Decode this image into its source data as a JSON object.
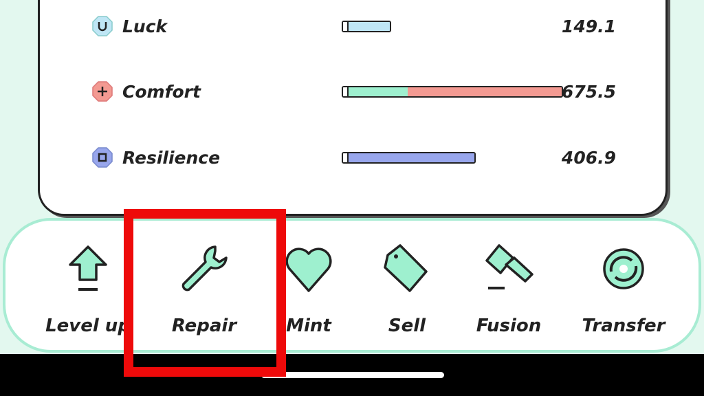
{
  "stats": [
    {
      "label": "Luck",
      "value": "149.1",
      "icon": "luck-horseshoe-icon",
      "color": "#bfe6f5",
      "fill": 0.21
    },
    {
      "label": "Comfort",
      "value": "675.5",
      "icon": "comfort-plus-icon",
      "color": "#f39a92",
      "base_color": "#9ef0cf",
      "base_fill": 0.29,
      "fill": 1.0
    },
    {
      "label": "Resilience",
      "value": "406.9",
      "icon": "resilience-square-icon",
      "color": "#98a6ec",
      "fill": 0.6
    }
  ],
  "actions": [
    {
      "label": "Level up",
      "icon": "arrow-up-icon"
    },
    {
      "label": "Repair",
      "icon": "wrench-icon"
    },
    {
      "label": "Mint",
      "icon": "heart-icon"
    },
    {
      "label": "Sell",
      "icon": "tag-icon"
    },
    {
      "label": "Fusion",
      "icon": "hammer-icon"
    },
    {
      "label": "Transfer",
      "icon": "transfer-cycle-icon"
    }
  ],
  "colors": {
    "accent": "#9ef0cf",
    "highlight": "#ee0a0a",
    "background": "#e3f8ef"
  }
}
